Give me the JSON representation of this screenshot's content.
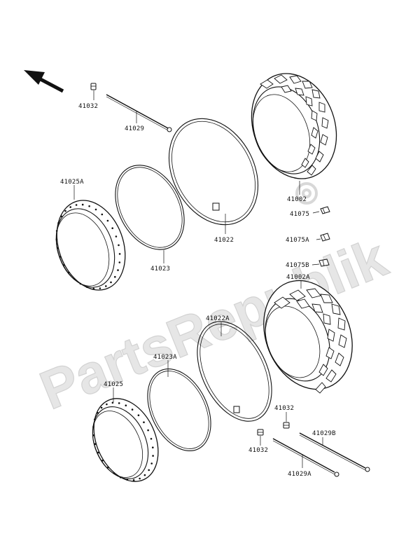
{
  "watermark": {
    "text": "PartsRepublik"
  },
  "labels": {
    "p41032_top": "41032",
    "p41029": "41029",
    "p41025A": "41025A",
    "p41023": "41023",
    "p41022": "41022",
    "p41002": "41002",
    "p41075": "41075",
    "p41075A": "41075A",
    "p41075B": "41075B",
    "p41002A": "41002A",
    "p41022A": "41022A",
    "p41023A": "41023A",
    "p41025": "41025",
    "p41032_mid": "41032",
    "p41032_bot": "41032",
    "p41029B": "41029B",
    "p41029A": "41029A"
  },
  "icons": {
    "direction_arrow": "front-direction-arrow-icon"
  }
}
